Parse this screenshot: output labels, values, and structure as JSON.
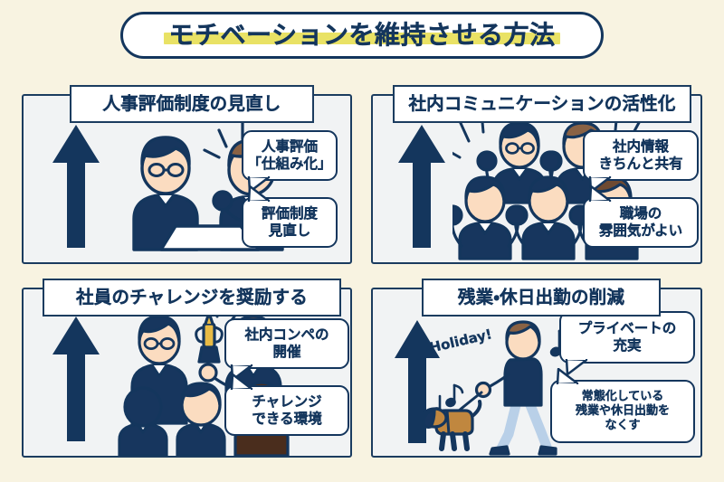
{
  "page": {
    "background_color": "#f8f3e1",
    "panel_background": "#f1f3f4",
    "navy": "#14365d",
    "highlight_yellow": "#e9e265",
    "accent_gold": "#e8bb45",
    "skin": "#fbdcc0",
    "hair_brown": "#8a6244",
    "pants_blue": "#b9d0e8",
    "dog_tan": "#c0873f"
  },
  "title": {
    "text": "モチベーションを維持させる方法"
  },
  "panels": [
    {
      "id": "panel-1",
      "heading": "人事評価制度の見直し",
      "illustration": "two-people-meeting-at-table",
      "bubbles": [
        {
          "lines": [
            "人事評価",
            "「仕組み化」"
          ]
        },
        {
          "lines": [
            "評価制度",
            "見直し"
          ]
        }
      ]
    },
    {
      "id": "panel-2",
      "heading": "社内コミュニケーションの活性化",
      "illustration": "group-of-five-cheering-employees",
      "bubbles": [
        {
          "lines": [
            "社内情報",
            "きちんと共有"
          ]
        },
        {
          "lines": [
            "職場の",
            "雰囲気がよい"
          ]
        }
      ]
    },
    {
      "id": "panel-3",
      "heading": "社員のチャレンジを奨励する",
      "illustration": "employee-receiving-trophy-before-audience",
      "bubbles": [
        {
          "lines": [
            "社内コンペの",
            "開催"
          ]
        },
        {
          "lines": [
            "チャレンジ",
            "できる環境"
          ]
        }
      ]
    },
    {
      "id": "panel-4",
      "heading": "残業・休日出勤の削減",
      "illustration": "person-walking-dog-on-holiday",
      "caption": "Holiday!",
      "bubbles": [
        {
          "lines": [
            "プライベートの",
            "充実"
          ]
        },
        {
          "lines": [
            "常態化している",
            "残業や休日出勤を",
            "なくす"
          ]
        }
      ]
    }
  ]
}
